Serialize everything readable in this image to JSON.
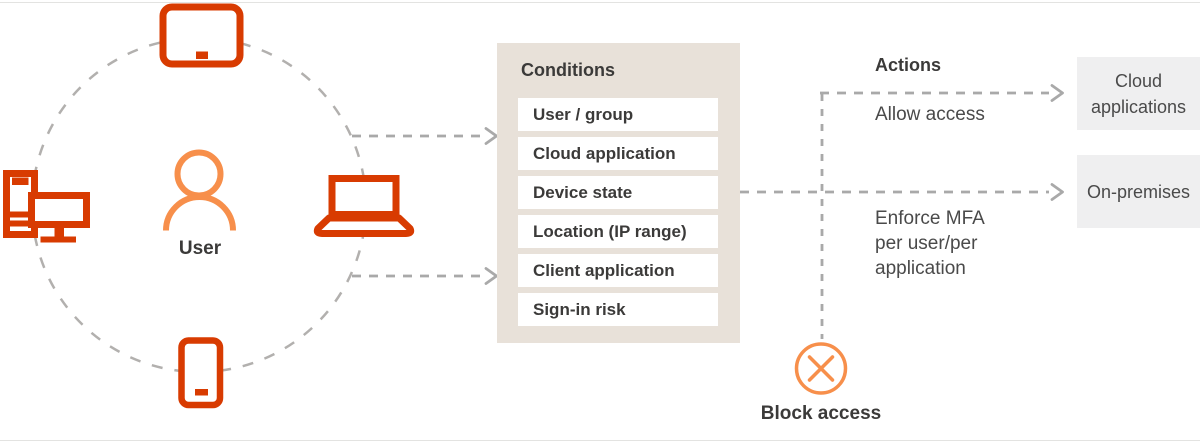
{
  "colors": {
    "device": "#d83b01",
    "person": "#f78f4b",
    "dash": "#a9a9a9",
    "circle-dash": "#b2b0ae",
    "panel": "#e8e1d9",
    "panel-row": "#ffffff",
    "target-box": "#efeff0",
    "text-dark": "#3b3a39",
    "text-regular": "#4a4a4a"
  },
  "icons": {
    "devices": [
      "tablet-icon",
      "desktop-icon",
      "laptop-icon",
      "phone-icon"
    ],
    "user": "person-icon",
    "block": "block-access-icon"
  },
  "user": {
    "label": "User"
  },
  "conditions": {
    "title": "Conditions",
    "items": [
      "User / group",
      "Cloud application",
      "Device state",
      "Location (IP range)",
      "Client application",
      "Sign-in risk"
    ]
  },
  "actions": {
    "title": "Actions",
    "allow": "Allow access",
    "enforce": "Enforce MFA\nper user/per\napplication",
    "block": "Block access"
  },
  "targets": {
    "cloud": "Cloud applications",
    "onprem": "On-premises"
  }
}
